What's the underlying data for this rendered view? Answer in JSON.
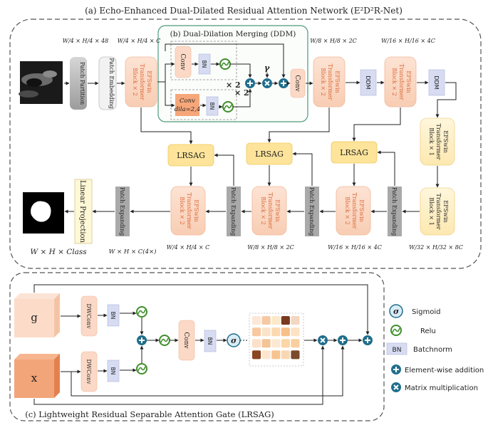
{
  "title_a": "(a) Echo-Enhanced Dual-Dilated Residual Attention Network (E²D²R-Net)",
  "title_b": "(b) Dual-Dilation Merging (DDM)",
  "title_c": "(c)  Lightweight Residual Separable Attention Gate (LRSAG)",
  "blocks": {
    "patch_partition": "Patch Partition",
    "patch_embedding": "Patch Embedding",
    "efswin_x2": [
      "EFSwin",
      "Transformer",
      "Block × 2"
    ],
    "efswin_x1": [
      "EFSwin",
      "Transformer",
      "Block × 1"
    ],
    "ddm": "DDM",
    "conv": "Conv",
    "bn": "BN",
    "conv_dila": [
      "Conv",
      "dila=2,4"
    ],
    "times2": "× 2",
    "gamma": "γ",
    "lrsag": "LRSAG",
    "patch_expanding": "Patch Expanding",
    "linear_projection": "Linear Projection",
    "dwconv": "DWConv",
    "g": "g",
    "x": "x",
    "sigma": "σ"
  },
  "dims": {
    "d1": "W/4 × H/4 × 48",
    "d2": "W/4 × H/4 × C",
    "d3": "W/8 × H/8 × 2C",
    "d4": "W/16 × H/16 × 4C",
    "d5": "W/32 × H/32 × 8C",
    "d6": "W/16 × H/16 × 4C",
    "d7": "W/8 × H/8 × 2C",
    "d8": "W/4 × H/4 × C",
    "d9": "W × H × C(4×)",
    "d10": "W × H × Class"
  },
  "legend": {
    "sigmoid": "Sigmoid",
    "relu": "Relu",
    "batchnorm": "Batchnorm",
    "addition": "Element-wise addition",
    "matmul": "Matrix multiplication"
  },
  "colors": {
    "efswin_fill": "#fbd9c6",
    "efswin_bottom": "#fff1cc",
    "lrsag_fill": "#fde49a",
    "bn_fill": "#d7dcf2",
    "ddm_fill": "#d7dcf2",
    "op_circle": "#1f6e8c",
    "relu": "#3f8f2b",
    "gray": "#a9a9a9",
    "g_block": "#fbd9c6",
    "x_block": "#f3a57a"
  }
}
